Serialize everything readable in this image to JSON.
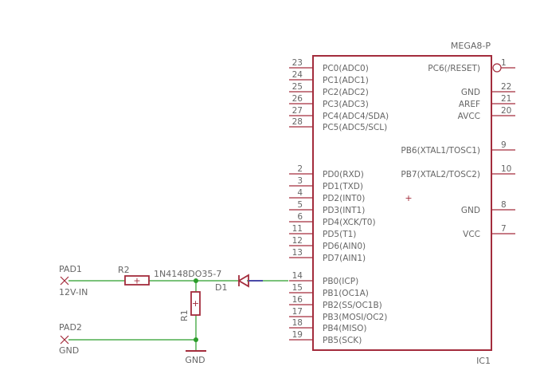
{
  "ic": {
    "part": "MEGA8-P",
    "name": "IC1",
    "left_pins": [
      {
        "num": "23",
        "label": "PC0(ADC0)"
      },
      {
        "num": "24",
        "label": "PC1(ADC1)"
      },
      {
        "num": "25",
        "label": "PC2(ADC2)"
      },
      {
        "num": "26",
        "label": "PC3(ADC3)"
      },
      {
        "num": "27",
        "label": "PC4(ADC4/SDA)"
      },
      {
        "num": "28",
        "label": "PC5(ADC5/SCL)"
      },
      {
        "num": "2",
        "label": "PD0(RXD)"
      },
      {
        "num": "3",
        "label": "PD1(TXD)"
      },
      {
        "num": "4",
        "label": "PD2(INT0)"
      },
      {
        "num": "5",
        "label": "PD3(INT1)"
      },
      {
        "num": "6",
        "label": "PD4(XCK/T0)"
      },
      {
        "num": "11",
        "label": "PD5(T1)"
      },
      {
        "num": "12",
        "label": "PD6(AIN0)"
      },
      {
        "num": "13",
        "label": "PD7(AIN1)"
      },
      {
        "num": "14",
        "label": "PB0(ICP)"
      },
      {
        "num": "15",
        "label": "PB1(OC1A)"
      },
      {
        "num": "16",
        "label": "PB2(SS/OC1B)"
      },
      {
        "num": "17",
        "label": "PB3(MOSI/OC2)"
      },
      {
        "num": "18",
        "label": "PB4(MISO)"
      },
      {
        "num": "19",
        "label": "PB5(SCK)"
      }
    ],
    "right_pins": [
      {
        "num": "1",
        "label": "PC6(/RESET)"
      },
      {
        "num": "22",
        "label": "GND"
      },
      {
        "num": "21",
        "label": "AREF"
      },
      {
        "num": "20",
        "label": "AVCC"
      },
      {
        "num": "9",
        "label": "PB6(XTAL1/TOSC1)"
      },
      {
        "num": "10",
        "label": "PB7(XTAL2/TOSC2)"
      },
      {
        "num": "8",
        "label": "GND"
      },
      {
        "num": "7",
        "label": "VCC"
      }
    ]
  },
  "parts": {
    "pad1_name": "PAD1",
    "pad1_value": "12V-IN",
    "pad2_name": "PAD2",
    "pad2_value": "GND",
    "r2_name": "R2",
    "r1_name": "R1",
    "d1_name": "D1",
    "d1_value": "1N4148DO35-7",
    "gnd_label": "GND"
  },
  "colors": {
    "component": "#a32c3c",
    "net": "#2a9d2a",
    "text": "#666666"
  }
}
